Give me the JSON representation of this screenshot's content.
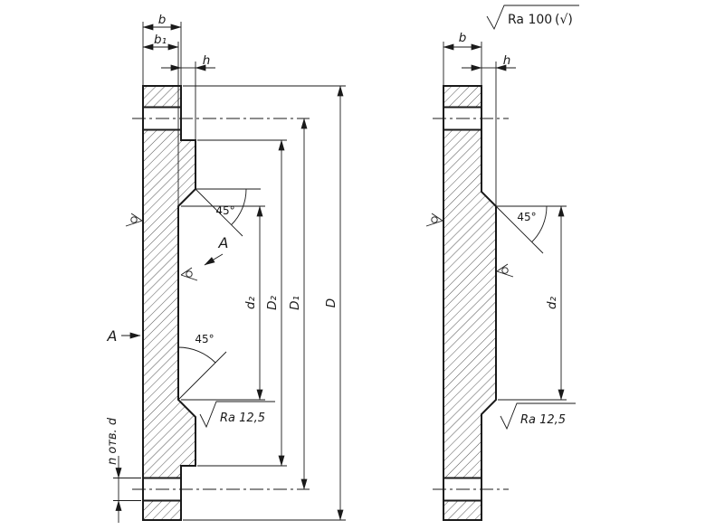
{
  "colors": {
    "ink": "#1a1a1a",
    "background": "#ffffff"
  },
  "general_note": {
    "ra_value": "Ra 100",
    "bracket_note": "(√)"
  },
  "left_view": {
    "dim_labels": {
      "b": "b",
      "b1": "b₁",
      "h": "h",
      "d2": "d₂",
      "D2": "D₂",
      "D1": "D₁",
      "D": "D"
    },
    "angle_top": "45°",
    "angle_bottom": "45°",
    "surface_a_upper": "A",
    "surface_a_lower": "A",
    "holes_label": "n отв. d",
    "roughness": "Ra 12,5"
  },
  "right_view": {
    "dim_labels": {
      "b": "b",
      "h": "h",
      "d2": "d₂"
    },
    "angle_top": "45°",
    "roughness": "Ra 12,5"
  }
}
